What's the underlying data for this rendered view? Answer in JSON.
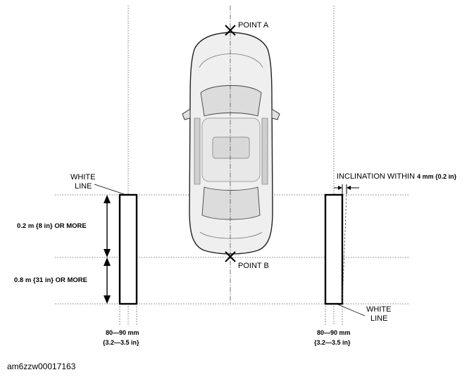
{
  "points": {
    "a": "POINT A",
    "b": "POINT B"
  },
  "left_marker": {
    "label_line1": "WHITE",
    "label_line2": "LINE",
    "top_gap": "0.2 m {8 in} OR MORE",
    "bottom_gap": "0.8 m {31 in} OR MORE",
    "width_mm": "80—90 mm",
    "width_in": "{3.2—3.5 in}"
  },
  "right_marker": {
    "inclination_prefix": "INCLINATION WITHIN ",
    "inclination_value": "4 mm {0.2 in}",
    "label_line1": "WHITE",
    "label_line2": "LINE",
    "width_mm": "80—90 mm",
    "width_in": "{3.2—3.5 in}"
  },
  "figure_id": "am6zzw00017163"
}
